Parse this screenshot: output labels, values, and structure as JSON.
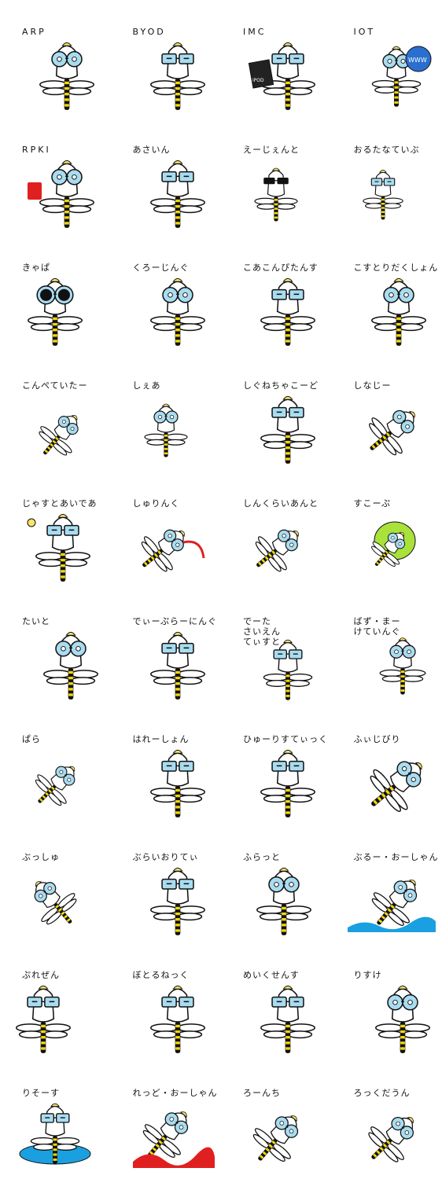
{
  "stickers": [
    {
      "label": "ARP"
    },
    {
      "label": "BYOD"
    },
    {
      "label": "IMC"
    },
    {
      "label": "IOT"
    },
    {
      "label": "RPKI"
    },
    {
      "label": "あさいん"
    },
    {
      "label": "えーじぇんと"
    },
    {
      "label": "おるたなていぶ"
    },
    {
      "label": "きゃぱ"
    },
    {
      "label": "くろーじんぐ"
    },
    {
      "label": "こあこんぴたんす"
    },
    {
      "label": "こすとりだくしょん"
    },
    {
      "label": "こんぺていたー"
    },
    {
      "label": "しぇあ"
    },
    {
      "label": "しぐねちゃこーど"
    },
    {
      "label": "しなじー"
    },
    {
      "label": "じゃすとあいであ"
    },
    {
      "label": "しゅりんく"
    },
    {
      "label": "しんくらいあんと"
    },
    {
      "label": "すこーぷ"
    },
    {
      "label": "たいと"
    },
    {
      "label": "でぃーぷらーにんぐ"
    },
    {
      "label": "でーた\nさいえん\nてぃすと"
    },
    {
      "label": "ばず・まー\nけていんぐ"
    },
    {
      "label": "ぱら"
    },
    {
      "label": "はれーしょん"
    },
    {
      "label": "ひゅーりすてぃっく"
    },
    {
      "label": "ふぃじびり"
    },
    {
      "label": "ぶっしゅ"
    },
    {
      "label": "ぶらいおりてぃ"
    },
    {
      "label": "ふらっと"
    },
    {
      "label": "ぶるー・おーしゃん"
    },
    {
      "label": "ぷれぜん"
    },
    {
      "label": "ぼとるねっく"
    },
    {
      "label": "めいくせんす"
    },
    {
      "label": "りすけ"
    },
    {
      "label": "りそーす"
    },
    {
      "label": "れっど・おーしゃん"
    },
    {
      "label": "ろーんち"
    },
    {
      "label": "ろっくだうん"
    }
  ],
  "props": {
    "iot_globe_text": "WWW",
    "imc_device_text": "iPOD"
  },
  "colors": {
    "glasses": "#a9dcf0",
    "outline": "#111111",
    "body_yellow": "#f5d800",
    "head_yellow": "#f3e26a",
    "red": "#e02020",
    "blue": "#2a6fd0",
    "scope_green": "#a8e23a",
    "ocean_blue": "#1aa0e0"
  }
}
